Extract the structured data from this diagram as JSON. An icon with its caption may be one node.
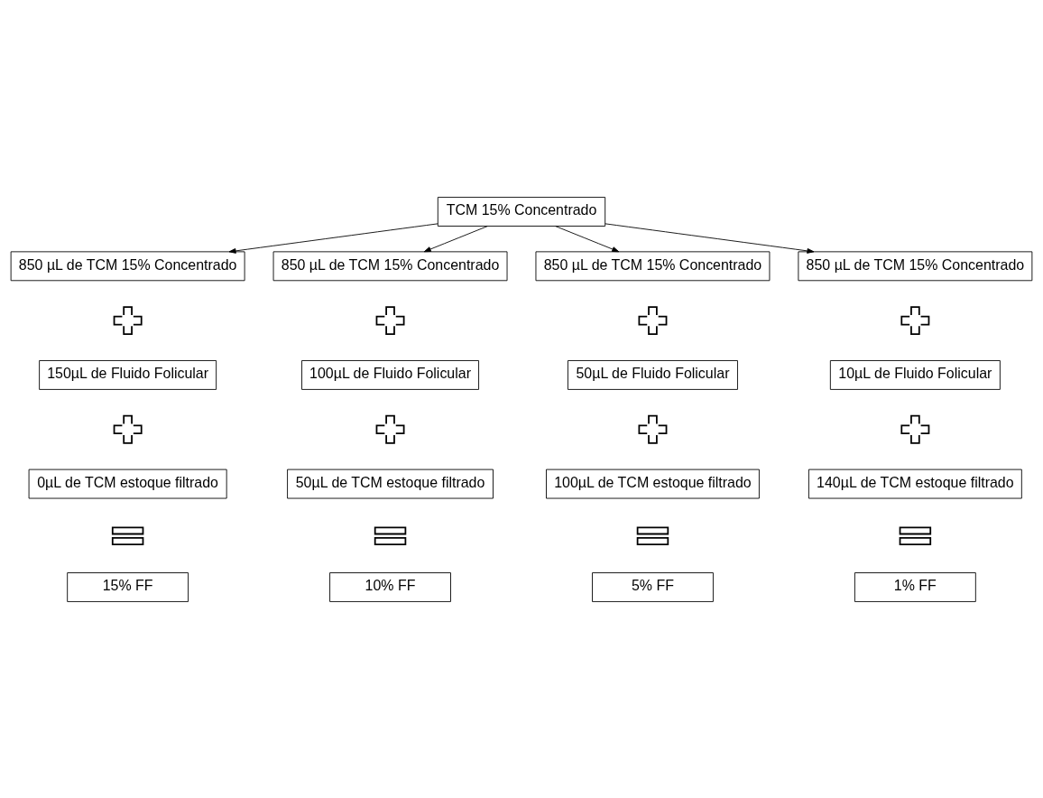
{
  "diagram": {
    "nodes": [
      {
        "text": [
          "TCM 15% Concentrado"
        ]
      },
      {
        "text": [
          "850 µL de TCM 15% Concentrado"
        ]
      },
      {
        "text": [
          "850 µL de TCM 15% Concentrado"
        ]
      },
      {
        "text": [
          "850 µL de TCM 15% Concentrado"
        ]
      },
      {
        "text": [
          "850 µL de TCM 15% Concentrado"
        ]
      },
      {
        "text": [],
        "shape": "plus"
      },
      {
        "text": [],
        "shape": "plus"
      },
      {
        "text": [],
        "shape": "plus"
      },
      {
        "text": [],
        "shape": "plus"
      },
      {
        "text": [
          "150µL de Fluido Folicular"
        ]
      },
      {
        "text": [
          "100µL de Fluido Folicular"
        ]
      },
      {
        "text": [
          "50µL de Fluido Folicular"
        ]
      },
      {
        "text": [
          "10µL de Fluido Folicular"
        ]
      },
      {
        "text": [],
        "shape": "plus"
      },
      {
        "text": [],
        "shape": "plus"
      },
      {
        "text": [],
        "shape": "plus"
      },
      {
        "text": [],
        "shape": "plus"
      },
      {
        "text": [
          "0µL de TCM estoque filtrado"
        ]
      },
      {
        "text": [
          "50µL de TCM estoque filtrado"
        ]
      },
      {
        "text": [
          "100µL de TCM estoque filtrado"
        ]
      },
      {
        "text": [
          "140µL de TCM estoque filtrado"
        ]
      },
      {
        "text": [],
        "shape": "equals"
      },
      {
        "text": [],
        "shape": "equals"
      },
      {
        "text": [],
        "shape": "equals"
      },
      {
        "text": [],
        "shape": "equals"
      },
      {
        "text": [
          "15% FF"
        ]
      },
      {
        "text": [
          "10% FF"
        ]
      },
      {
        "text": [
          "5% FF"
        ]
      },
      {
        "text": [
          "1% FF"
        ]
      }
    ],
    "edges": [
      {
        "from": 0,
        "to": 1,
        "arrow": "to"
      },
      {
        "from": 0,
        "to": 2,
        "arrow": "to"
      },
      {
        "from": 0,
        "to": 3,
        "arrow": "to"
      },
      {
        "from": 0,
        "to": 4,
        "arrow": "to"
      }
    ]
  }
}
